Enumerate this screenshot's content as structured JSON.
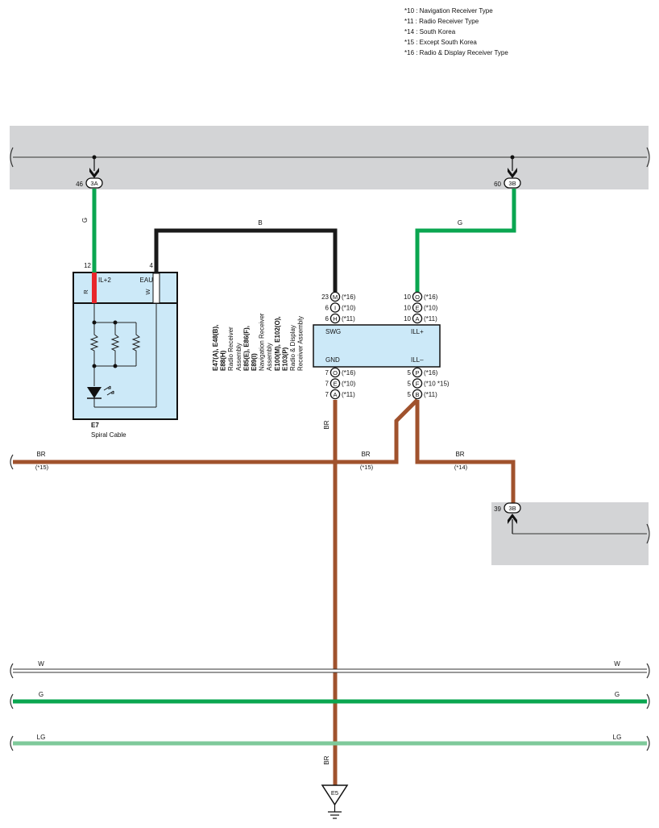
{
  "legend": [
    "*10 : Navigation Receiver Type",
    "*11 : Radio Receiver Type",
    "*14 : South Korea",
    "*15 : Except South Korea",
    "*16 : Radio & Display Receiver Type"
  ],
  "colors": {
    "G": "#0aa650",
    "LG": "#7ec99a",
    "B": "#1a1a1a",
    "BR": "#a0522d",
    "R": "#e8262b",
    "W": "#ffffff",
    "gray_area": "#d3d4d6",
    "component_fill": "#cce9f8"
  },
  "junction_top_left": {
    "pin": "46",
    "connector": "3A"
  },
  "junction_top_right": {
    "pin": "60",
    "connector": "3B"
  },
  "junction_bottom_right": {
    "pin": "39",
    "connector": "3B"
  },
  "wire_labels": {
    "g1": "G",
    "b1": "B",
    "g2": "G",
    "br_vertical": "BR",
    "br_left": "BR",
    "br_mid": "BR",
    "br_right": "BR",
    "br_ground": "BR",
    "w_left": "W",
    "w_right": "W",
    "g_left": "G",
    "g_right": "G",
    "lg_left": "LG",
    "lg_right": "LG",
    "r_comp": "R",
    "w_comp": "W"
  },
  "notes": {
    "left": "(*15)",
    "mid": "(*15)",
    "right": "(*14)"
  },
  "spiral": {
    "pin_left": "12",
    "pin_right": "4",
    "label_left": "IL+2",
    "label_right": "EAU",
    "code": "E7",
    "name": "Spiral Cable"
  },
  "receiver": {
    "label_swg": "SWG",
    "label_ill_plus": "ILL+",
    "label_gnd": "GND",
    "label_ill_minus": "ILL–",
    "top_left_pins": [
      {
        "num": "23",
        "letter": "M",
        "note": "(*16)"
      },
      {
        "num": "6",
        "letter": "I",
        "note": "(*10)"
      },
      {
        "num": "6",
        "letter": "H",
        "note": "(*11)"
      }
    ],
    "top_right_pins": [
      {
        "num": "10",
        "letter": "O",
        "note": "(*16)"
      },
      {
        "num": "10",
        "letter": "E",
        "note": "(*10)"
      },
      {
        "num": "10",
        "letter": "A",
        "note": "(*11)"
      }
    ],
    "bottom_left_pins": [
      {
        "num": "7",
        "letter": "O",
        "note": "(*16)"
      },
      {
        "num": "7",
        "letter": "E",
        "note": "(*10)"
      },
      {
        "num": "7",
        "letter": "A",
        "note": "(*11)"
      }
    ],
    "bottom_right_pins": [
      {
        "num": "5",
        "letter": "P",
        "note": "(*16)"
      },
      {
        "num": "5",
        "letter": "F",
        "note": "(*10 *15)"
      },
      {
        "num": "5",
        "letter": "B",
        "note": "(*11)"
      }
    ],
    "vertical_lines": [
      {
        "text": "E47(A), E48(B),",
        "bold": true
      },
      {
        "text": "E88(H)",
        "bold": true
      },
      {
        "text": "Radio Receiver",
        "bold": false
      },
      {
        "text": "Assembly",
        "bold": false
      },
      {
        "text": "E85(E), E86(F),",
        "bold": true
      },
      {
        "text": "E89(I)",
        "bold": true
      },
      {
        "text": "Navigation Receiver",
        "bold": false
      },
      {
        "text": "Assembly",
        "bold": false
      },
      {
        "text": "E100(M), E102(O),",
        "bold": true
      },
      {
        "text": "E103(P)",
        "bold": true
      },
      {
        "text": "Radio & Display",
        "bold": false
      },
      {
        "text": "Receiver Assembly",
        "bold": false
      }
    ]
  },
  "ground": {
    "code": "E5"
  }
}
